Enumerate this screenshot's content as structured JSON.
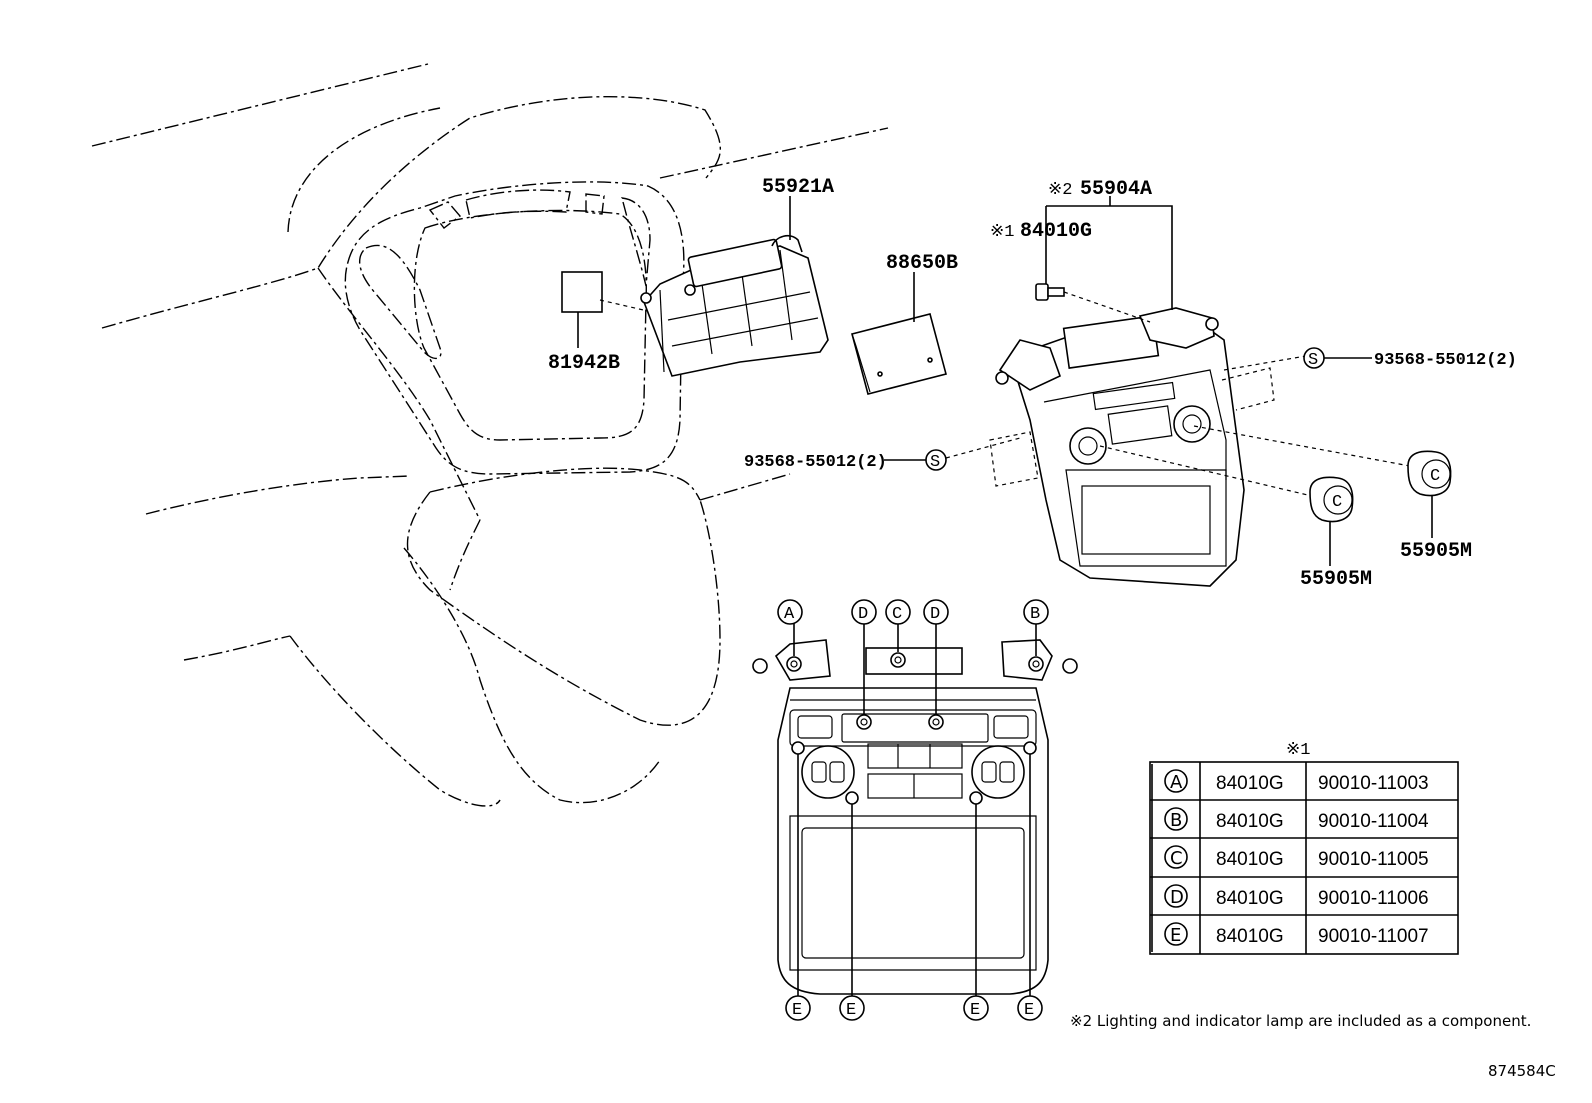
{
  "diagram": {
    "labels": {
      "p55921A": "55921A",
      "p88650B": "88650B",
      "p81942B": "81942B",
      "p55904A_mark": "※2",
      "p55904A": "55904A",
      "p84010G_mark": "※1",
      "p84010G": "84010G",
      "p93568_right": "93568-55012(2)",
      "p93568_left": "93568-55012(2)",
      "p55905M_a": "55905M",
      "p55905M_b": "55905M",
      "s_glyph": "S",
      "c_glyph": "C"
    },
    "callouts": {
      "A": "A",
      "B": "B",
      "C": "C",
      "D": "D",
      "E": "E"
    },
    "table": {
      "mark": "※1",
      "rows": [
        {
          "letter": "A",
          "part": "84010G",
          "number": "90010-11003"
        },
        {
          "letter": "B",
          "part": "84010G",
          "number": "90010-11004"
        },
        {
          "letter": "C",
          "part": "84010G",
          "number": "90010-11005"
        },
        {
          "letter": "D",
          "part": "84010G",
          "number": "90010-11006"
        },
        {
          "letter": "E",
          "part": "84010G",
          "number": "90010-11007"
        }
      ]
    },
    "footnote": "※2 Lighting and indicator lamp are included as a component.",
    "drawing_code": "874584C"
  }
}
